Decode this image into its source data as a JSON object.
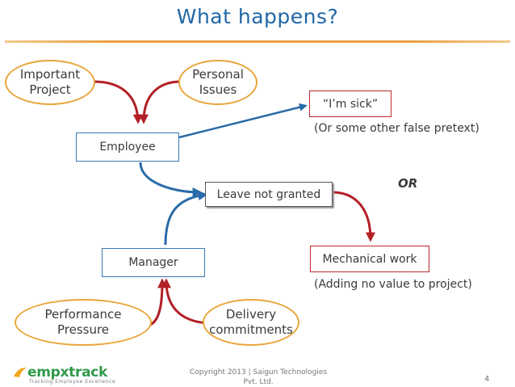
{
  "title": "What happens?",
  "nodes": {
    "important_project": [
      "Important",
      "Project"
    ],
    "personal_issues": [
      "Personal",
      "Issues"
    ],
    "employee": "Employee",
    "im_sick": "“I’m sick”",
    "false_pretext_note": "(Or some other false pretext)",
    "or_label": "OR",
    "leave_not_granted": "Leave not granted",
    "manager": "Manager",
    "mechanical_work": "Mechanical work",
    "no_value_note": "(Adding no value to project)",
    "performance_pressure": [
      "Performance",
      "Pressure"
    ],
    "delivery_commitments": [
      "Delivery",
      "commitments"
    ]
  },
  "colors": {
    "title": "#2167a6",
    "oval_border": "#e9a53a",
    "blue_box_border": "#3c78b5",
    "red_box_border": "#c0282d",
    "red_arrow": "#b22025",
    "blue_arrow": "#2a6aa8"
  },
  "footer": {
    "logo_word": "empxtrack",
    "logo_tagline": "Tracking Employee Excellence",
    "copyright_line1": "Copyright 2013 | Saigun Technologies",
    "copyright_line2": "Pvt. Ltd.",
    "page_number": "4"
  }
}
